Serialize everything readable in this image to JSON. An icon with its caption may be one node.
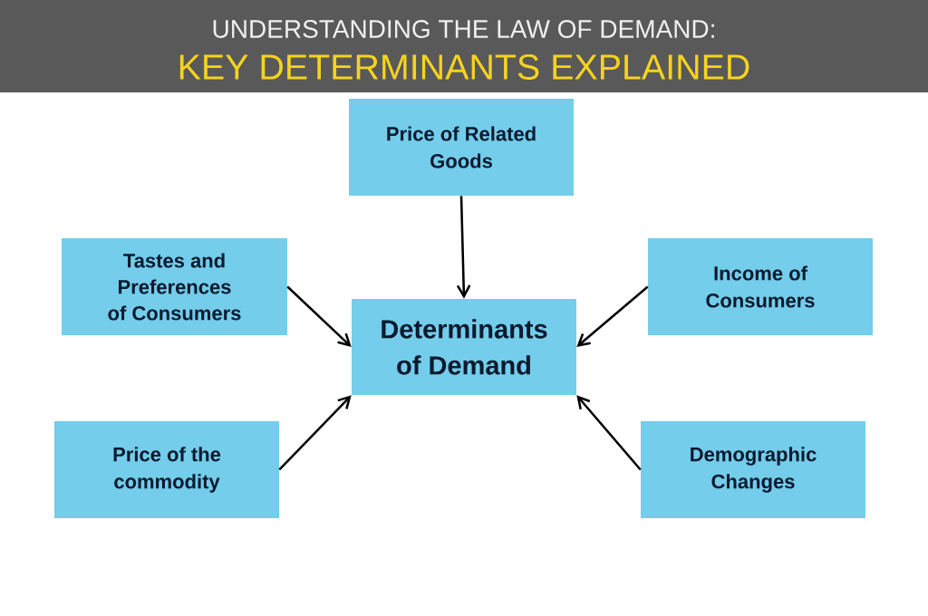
{
  "diagram": {
    "title": "UNDERSTANDING THE LAW OF DEMAND:",
    "nodes": [
      {
        "text": [
          "Price of Related Goods"
        ]
      },
      {
        "text": [
          "Tastes and Preferences of Consumers"
        ]
      },
      {
        "text": [
          "Income of Consumers"
        ]
      },
      {
        "text": [
          "Determinants of Demand"
        ]
      },
      {
        "text": [
          "Price of the commodity"
        ]
      },
      {
        "text": [
          "Demographic Changes"
        ]
      }
    ],
    "edges": [
      {
        "from": 0,
        "to": 3,
        "arrow": "to"
      },
      {
        "from": 1,
        "to": 3,
        "arrow": "to"
      },
      {
        "from": 2,
        "to": 3,
        "arrow": "to"
      },
      {
        "from": 4,
        "to": 3,
        "arrow": "to"
      },
      {
        "from": 5,
        "to": 3,
        "arrow": "to"
      }
    ],
    "labels": [
      "KEY DETERMINANTS EXPLAINED"
    ]
  }
}
